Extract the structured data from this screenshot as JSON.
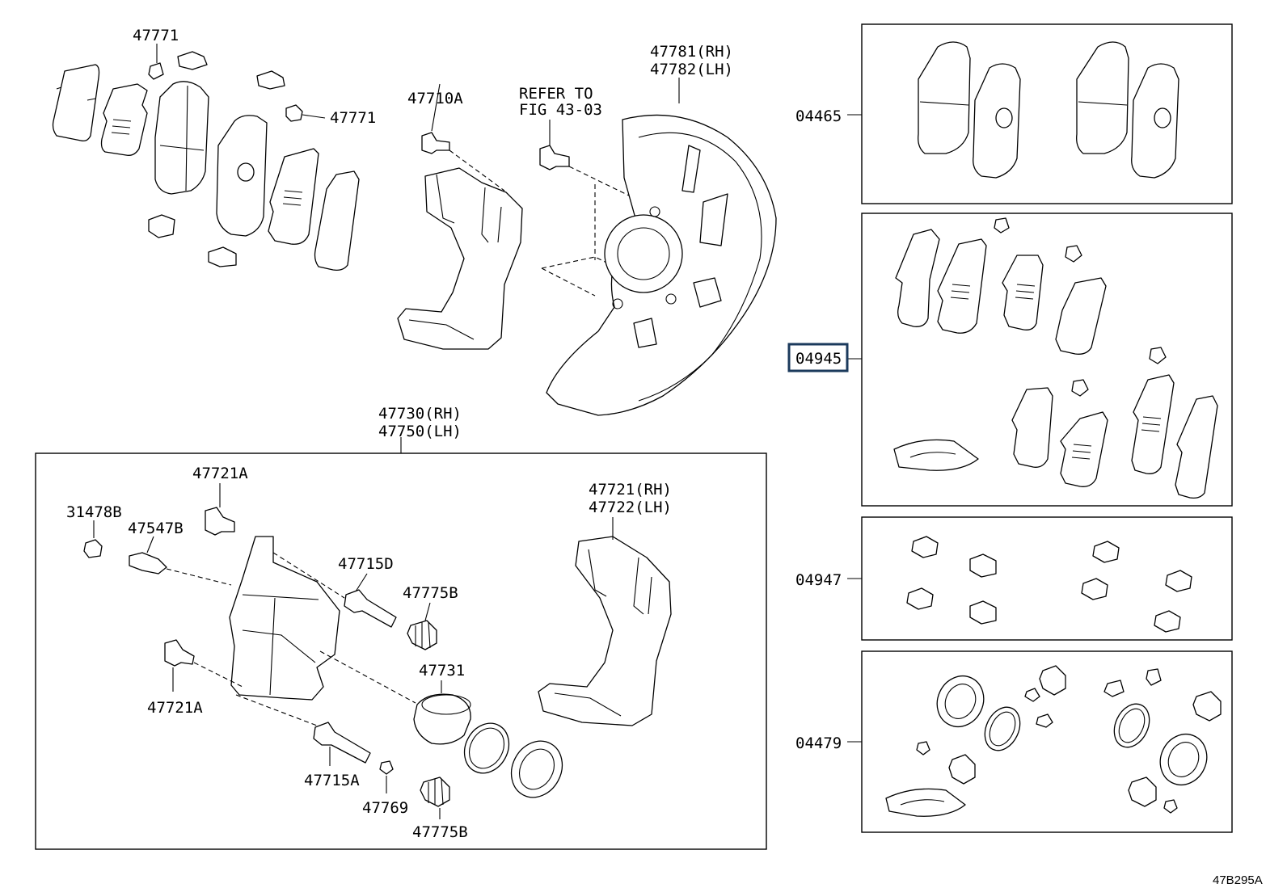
{
  "labels": {
    "l47771a": "47771",
    "l47771b": "47771",
    "l47710a": "47710A",
    "refer1": "REFER TO",
    "refer2": "FIG 43-03",
    "l47781": "47781(RH)",
    "l47782": "47782(LH)",
    "l47730": "47730(RH)",
    "l47750": "47750(LH)",
    "l47721a_top": "47721A",
    "l31478b": "31478B",
    "l47547b": "47547B",
    "l47715d": "47715D",
    "l47775b_top": "47775B",
    "l47731": "47731",
    "l47721a_bot": "47721A",
    "l47715a": "47715A",
    "l47769": "47769",
    "l47775b_bot": "47775B",
    "l47721": "47721(RH)",
    "l47722": "47722(LH)",
    "l04465": "04465",
    "l04945": "04945",
    "l04947": "04947",
    "l04479": "04479",
    "figure_code": "47B295A"
  },
  "highlight_color": "#1b3a5c",
  "highlighted_part": "04945"
}
